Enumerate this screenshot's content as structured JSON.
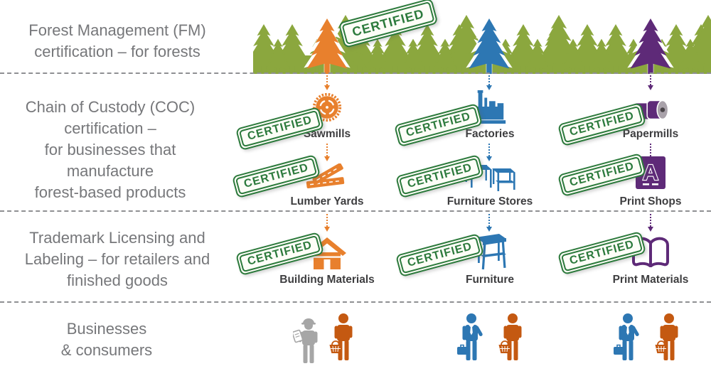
{
  "left_panel": {
    "row1": [
      "Forest Management (FM)",
      "certification – for forests"
    ],
    "row2": [
      "Chain of Custody (COC)",
      "certification –",
      "for businesses that",
      "manufacture",
      "forest-based products"
    ],
    "row3": [
      "Trademark Licensing and",
      "Labeling – for retailers and",
      "finished goods"
    ],
    "row4": [
      "Businesses",
      "& consumers"
    ]
  },
  "stamp": {
    "text": "CERTIFIED"
  },
  "chains": {
    "wood": {
      "stage1": "Sawmills",
      "stage2": "Lumber Yards",
      "stage3": "Building Materials"
    },
    "furniture": {
      "stage1": "Factories",
      "stage2": "Furniture Stores",
      "stage3": "Furniture"
    },
    "paper": {
      "stage1": "Papermills",
      "stage2": "Print Shops",
      "stage3": "Print Materials"
    }
  },
  "icons": {
    "forest": "conifer-tree-band",
    "sawmills": "circular-saw-blade",
    "factories": "factory-building",
    "papermills": "paper-rolls",
    "lumber_yards": "stacked-lumber-planks",
    "furniture_stores": "two-tables",
    "print_shops": "letterpress-a-block",
    "building_materials": "house",
    "furniture": "side-table",
    "print_materials": "open-book",
    "businesses": [
      "worker-with-clipboard",
      "businessman-with-briefcase"
    ],
    "consumers": "shopper-with-basket"
  },
  "colors": {
    "forest_green": "#8ba73e",
    "chain_orange": "#e8802d",
    "chain_blue": "#2d77b3",
    "chain_purple": "#5e2a78",
    "stamp_green": "#2c7a3c",
    "text_gray": "#76777a",
    "label_dark": "#3e3e40",
    "dash_gray": "#8f9093",
    "worker_gray": "#a6a6a6",
    "consumer_orange": "#c45911",
    "businessman_blue": "#2d77b3"
  }
}
